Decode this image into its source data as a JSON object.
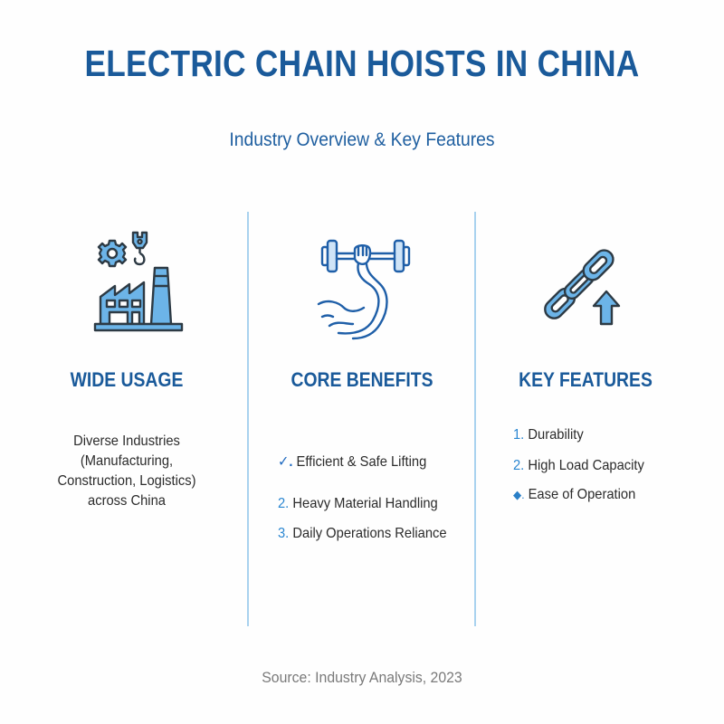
{
  "header": {
    "title": "ELECTRIC CHAIN HOISTS IN CHINA",
    "subtitle": "Industry Overview & Key Features"
  },
  "colors": {
    "primary": "#1a5a9a",
    "icon_fill": "#6cb4e8",
    "icon_outline": "#2d3a44",
    "divider": "#a9d2ef",
    "marker": "#2a86d1",
    "source_text": "#7a7a7a"
  },
  "columns": [
    {
      "icon": "factory-crane-gear-icon",
      "heading": "WIDE USAGE",
      "text_lines": [
        "Diverse Industries",
        "(Manufacturing,",
        "Construction, Logistics)",
        "across China"
      ]
    },
    {
      "icon": "arm-dumbbell-icon",
      "heading": "CORE BENEFITS",
      "items": [
        {
          "marker": "✓.",
          "marker_type": "check",
          "label": "Efficient & Safe Lifting"
        },
        {
          "marker": "2.",
          "marker_type": "number",
          "label": "Heavy Material Handling"
        },
        {
          "marker": "3.",
          "marker_type": "number",
          "label": "Daily Operations Reliance"
        }
      ]
    },
    {
      "icon": "chain-arrow-up-icon",
      "heading": "KEY FEATURES",
      "items": [
        {
          "marker": "1.",
          "marker_type": "number",
          "label": "Durability"
        },
        {
          "marker": "2.",
          "marker_type": "number",
          "label": "High Load Capacity"
        },
        {
          "marker": "◆.",
          "marker_type": "diamond",
          "label": "Ease of Operation"
        }
      ]
    }
  ],
  "footer": {
    "source": "Source: Industry Analysis, 2023"
  }
}
